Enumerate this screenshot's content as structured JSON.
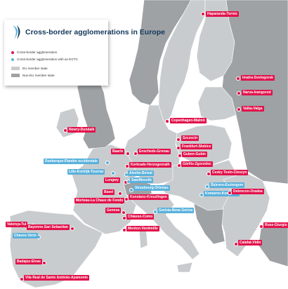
{
  "legend": {
    "title": "Cross-border agglomerations in Europe",
    "items": [
      {
        "kind": "dot",
        "color": "#e2124b",
        "label": "Cross-border agglomeration"
      },
      {
        "kind": "dot",
        "color": "#59b1dc",
        "label": "Cross-border agglomeration with an EGTC"
      },
      {
        "kind": "swatch",
        "color": "#c9ccce",
        "label": "EU member state"
      },
      {
        "kind": "swatch",
        "color": "#9ea2a5",
        "label": "Non-EU member state"
      }
    ]
  },
  "colors": {
    "sea": "#ffffff",
    "eu": "#c9ccce",
    "non_eu": "#9ea2a5",
    "agglomeration": "#e2124b",
    "egtc": "#59b1dc",
    "title": "#14385c"
  },
  "places": [
    {
      "name": "Haparanda-Tornio",
      "type": "agglomeration"
    },
    {
      "name": "Imatra-Svetogorsk",
      "type": "agglomeration"
    },
    {
      "name": "Narva-Ivangorod",
      "type": "agglomeration"
    },
    {
      "name": "Valka-Valga",
      "type": "agglomeration"
    },
    {
      "name": "Copenhagen-Malmö",
      "type": "agglomeration"
    },
    {
      "name": "Newry-Dundalk",
      "type": "agglomeration"
    },
    {
      "name": "Szczecin",
      "type": "agglomeration"
    },
    {
      "name": "Frankfurt-Słubice",
      "type": "agglomeration"
    },
    {
      "name": "Guben-Gubin",
      "type": "agglomeration"
    },
    {
      "name": "Baarle",
      "type": "agglomeration"
    },
    {
      "name": "Enschede-Gronau",
      "type": "agglomeration"
    },
    {
      "name": "Görlitz-Zgorzelec",
      "type": "agglomeration"
    },
    {
      "name": "Dunkerque-Flandre occidentale",
      "type": "egtc"
    },
    {
      "name": "Kerkrade-Herzogenrath",
      "type": "agglomeration"
    },
    {
      "name": "Lille-Kortrijk-Tournai",
      "type": "egtc"
    },
    {
      "name": "Alzette-Belval",
      "type": "egtc"
    },
    {
      "name": "Cesky Tesin-Cieszyn",
      "type": "agglomeration"
    },
    {
      "name": "Longwy",
      "type": "agglomeration"
    },
    {
      "name": "SaarMoselle",
      "type": "egtc"
    },
    {
      "name": "Štúrovo-Esztergom",
      "type": "egtc"
    },
    {
      "name": "Strasbourg-Ortenau",
      "type": "egtc"
    },
    {
      "name": "Basel",
      "type": "agglomeration"
    },
    {
      "name": "Komarno-Komarom",
      "type": "egtc"
    },
    {
      "name": "Debrecen-Oradea",
      "type": "agglomeration"
    },
    {
      "name": "Morteau-La Chaux de Fonds",
      "type": "agglomeration"
    },
    {
      "name": "Konstanz-Kreuzlingen",
      "type": "agglomeration"
    },
    {
      "name": "Geneva",
      "type": "agglomeration"
    },
    {
      "name": "Gorizia-Nova Gorica",
      "type": "egtc"
    },
    {
      "name": "Chiasso-Como",
      "type": "agglomeration"
    },
    {
      "name": "Menton-Ventimille",
      "type": "agglomeration"
    },
    {
      "name": "Ruse-Giurgiu",
      "type": "agglomeration"
    },
    {
      "name": "Calafat-Vidin",
      "type": "agglomeration"
    },
    {
      "name": "Valença-Tui",
      "type": "agglomeration"
    },
    {
      "name": "Bayonne-San Sebastian",
      "type": "agglomeration"
    },
    {
      "name": "Chaves-Verin",
      "type": "egtc"
    },
    {
      "name": "Badajoz-Elvas",
      "type": "agglomeration"
    },
    {
      "name": "Vila Real de Santo António-Ayamonte",
      "type": "agglomeration"
    }
  ]
}
